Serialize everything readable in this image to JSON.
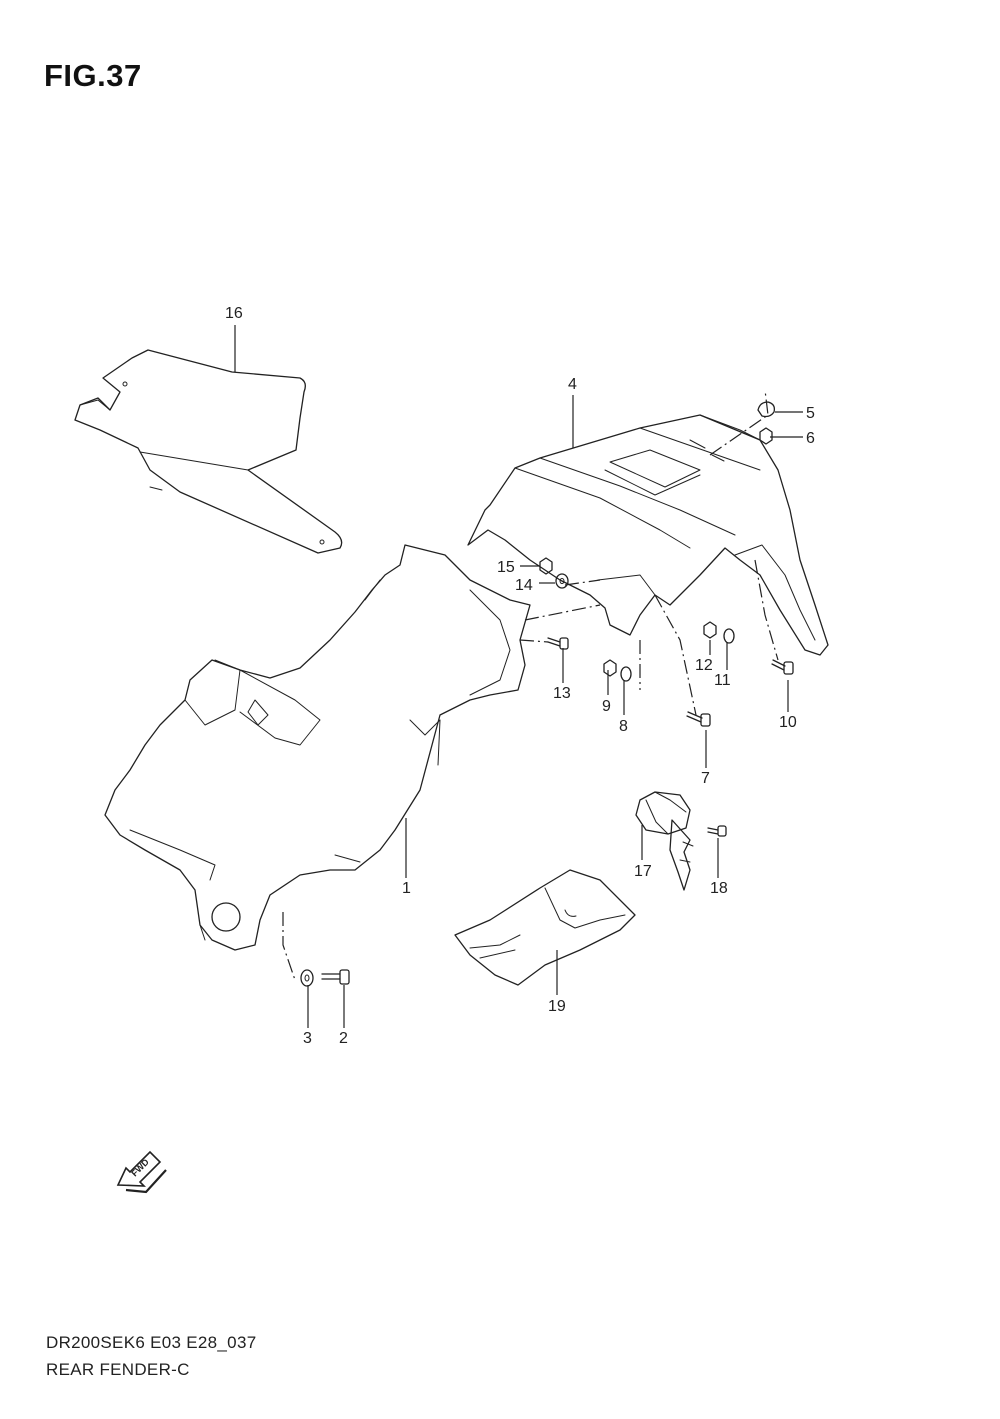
{
  "figure": {
    "title": "FIG.37"
  },
  "footer": {
    "model_code": "DR200SEK6 E03 E28_037",
    "diagram_name": "REAR FENDER-C"
  },
  "orientation": {
    "label": "FWD",
    "icon": "fwd-arrow-icon"
  },
  "callouts": [
    {
      "number": "1"
    },
    {
      "number": "2"
    },
    {
      "number": "3"
    },
    {
      "number": "4"
    },
    {
      "number": "5"
    },
    {
      "number": "6"
    },
    {
      "number": "7"
    },
    {
      "number": "8"
    },
    {
      "number": "9"
    },
    {
      "number": "10"
    },
    {
      "number": "11"
    },
    {
      "number": "12"
    },
    {
      "number": "13"
    },
    {
      "number": "14"
    },
    {
      "number": "15"
    },
    {
      "number": "16"
    },
    {
      "number": "17"
    },
    {
      "number": "18"
    },
    {
      "number": "19"
    }
  ]
}
